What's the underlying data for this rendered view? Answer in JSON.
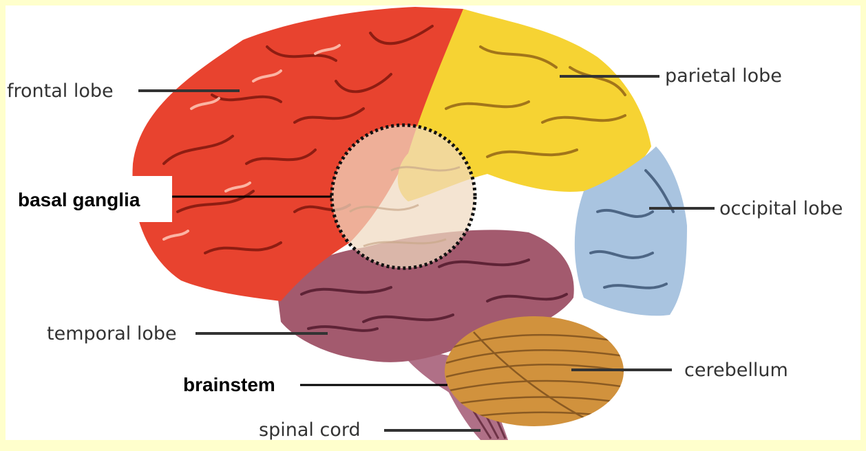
{
  "labels": {
    "frontal_lobe": "frontal lobe",
    "parietal_lobe": "parietal lobe",
    "occipital_lobe": "occipital lobe",
    "temporal_lobe": "temporal lobe",
    "cerebellum": "cerebellum",
    "spinal_cord": "spinal cord",
    "basal_ganglia": "basal ganglia",
    "brainstem": "brainstem"
  },
  "colors": {
    "page_border": "#ffffcc",
    "frontal": "#e8432f",
    "parietal": "#f6d333",
    "occipital": "#a9c4e0",
    "temporal": "#a35a6e",
    "cerebellum": "#d1923d",
    "brainstem": "#b07087",
    "basal_overlay": "#f0d9c0",
    "leader_line": "#333333"
  }
}
